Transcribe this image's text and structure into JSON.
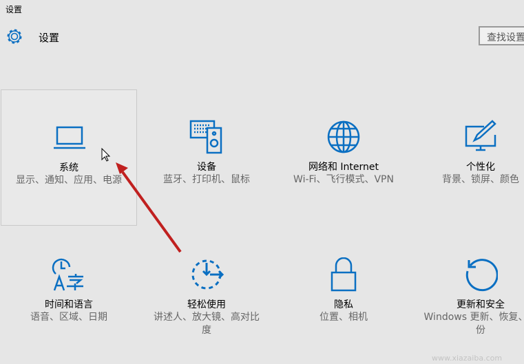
{
  "window_title": "设置",
  "header": {
    "title": "设置",
    "search_placeholder": "查找设置"
  },
  "tiles": [
    {
      "title": "系统",
      "subtitle": "显示、通知、应用、电源",
      "icon": "laptop-icon"
    },
    {
      "title": "设备",
      "subtitle": "蓝牙、打印机、鼠标",
      "icon": "devices-icon"
    },
    {
      "title": "网络和 Internet",
      "subtitle": "Wi-Fi、飞行模式、VPN",
      "icon": "globe-icon"
    },
    {
      "title": "个性化",
      "subtitle": "背景、锁屏、颜色",
      "icon": "personalization-icon"
    },
    {
      "title": "时间和语言",
      "subtitle": "语音、区域、日期",
      "icon": "time-language-icon"
    },
    {
      "title": "轻松使用",
      "subtitle": "讲述人、放大镜、高对比度",
      "icon": "ease-of-access-icon"
    },
    {
      "title": "隐私",
      "subtitle": "位置、相机",
      "icon": "lock-icon"
    },
    {
      "title": "更新和安全",
      "subtitle": "Windows 更新、恢复、备份",
      "icon": "update-icon"
    }
  ],
  "accent": "#0a6fc2",
  "annotation_arrow_color": "#c0201f",
  "watermark": "www.xiazaiba.com"
}
